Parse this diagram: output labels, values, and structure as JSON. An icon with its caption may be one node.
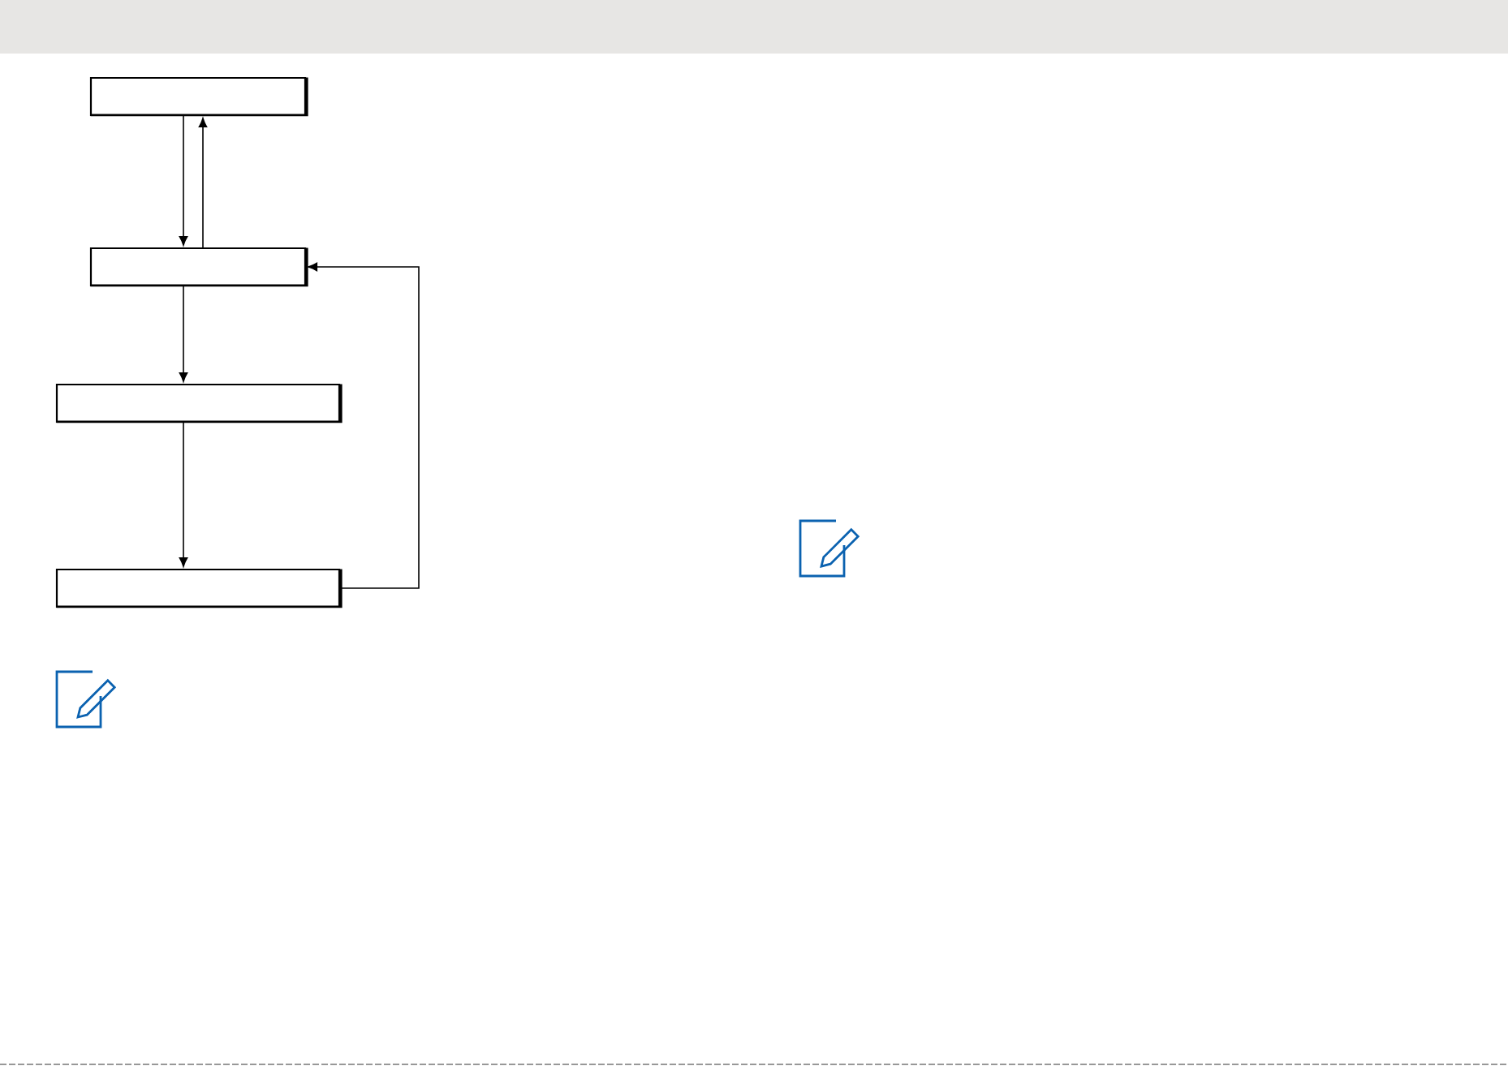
{
  "diagram": {
    "nodes": [
      {
        "text": [],
        "shape": "box"
      },
      {
        "text": [],
        "shape": "box"
      },
      {
        "text": [],
        "shape": "box"
      },
      {
        "text": [],
        "shape": "box"
      }
    ],
    "edges": [
      {
        "from": 0,
        "to": 1,
        "arrow": "to"
      },
      {
        "from": 1,
        "to": 0,
        "arrow": "to"
      },
      {
        "from": 1,
        "to": 2,
        "arrow": "to"
      },
      {
        "from": 2,
        "to": 3,
        "arrow": "to"
      },
      {
        "from": 3,
        "to": 1,
        "arrow": "to"
      }
    ]
  }
}
